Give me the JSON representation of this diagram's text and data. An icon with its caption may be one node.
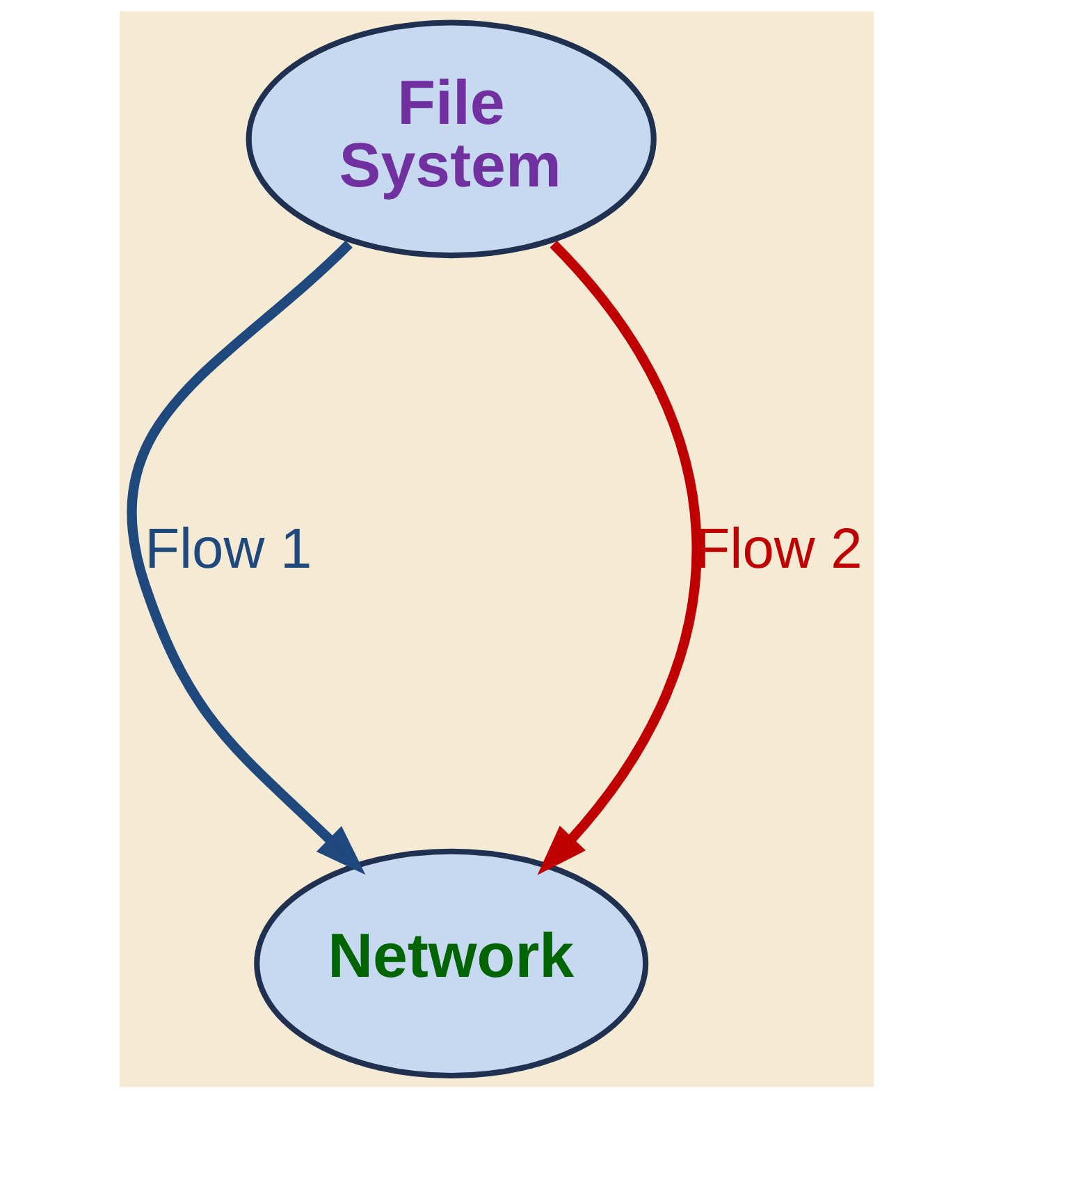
{
  "diagram": {
    "nodes": [
      {
        "text": [
          "File System"
        ]
      },
      {
        "text": [
          "Network"
        ]
      }
    ],
    "edges": [
      {
        "from": 0,
        "to": 1,
        "arrow": "to",
        "label": "Flow 1",
        "color": "#1f497d"
      },
      {
        "from": 0,
        "to": 1,
        "arrow": "to",
        "label": "Flow 2",
        "color": "#c00000"
      }
    ]
  }
}
